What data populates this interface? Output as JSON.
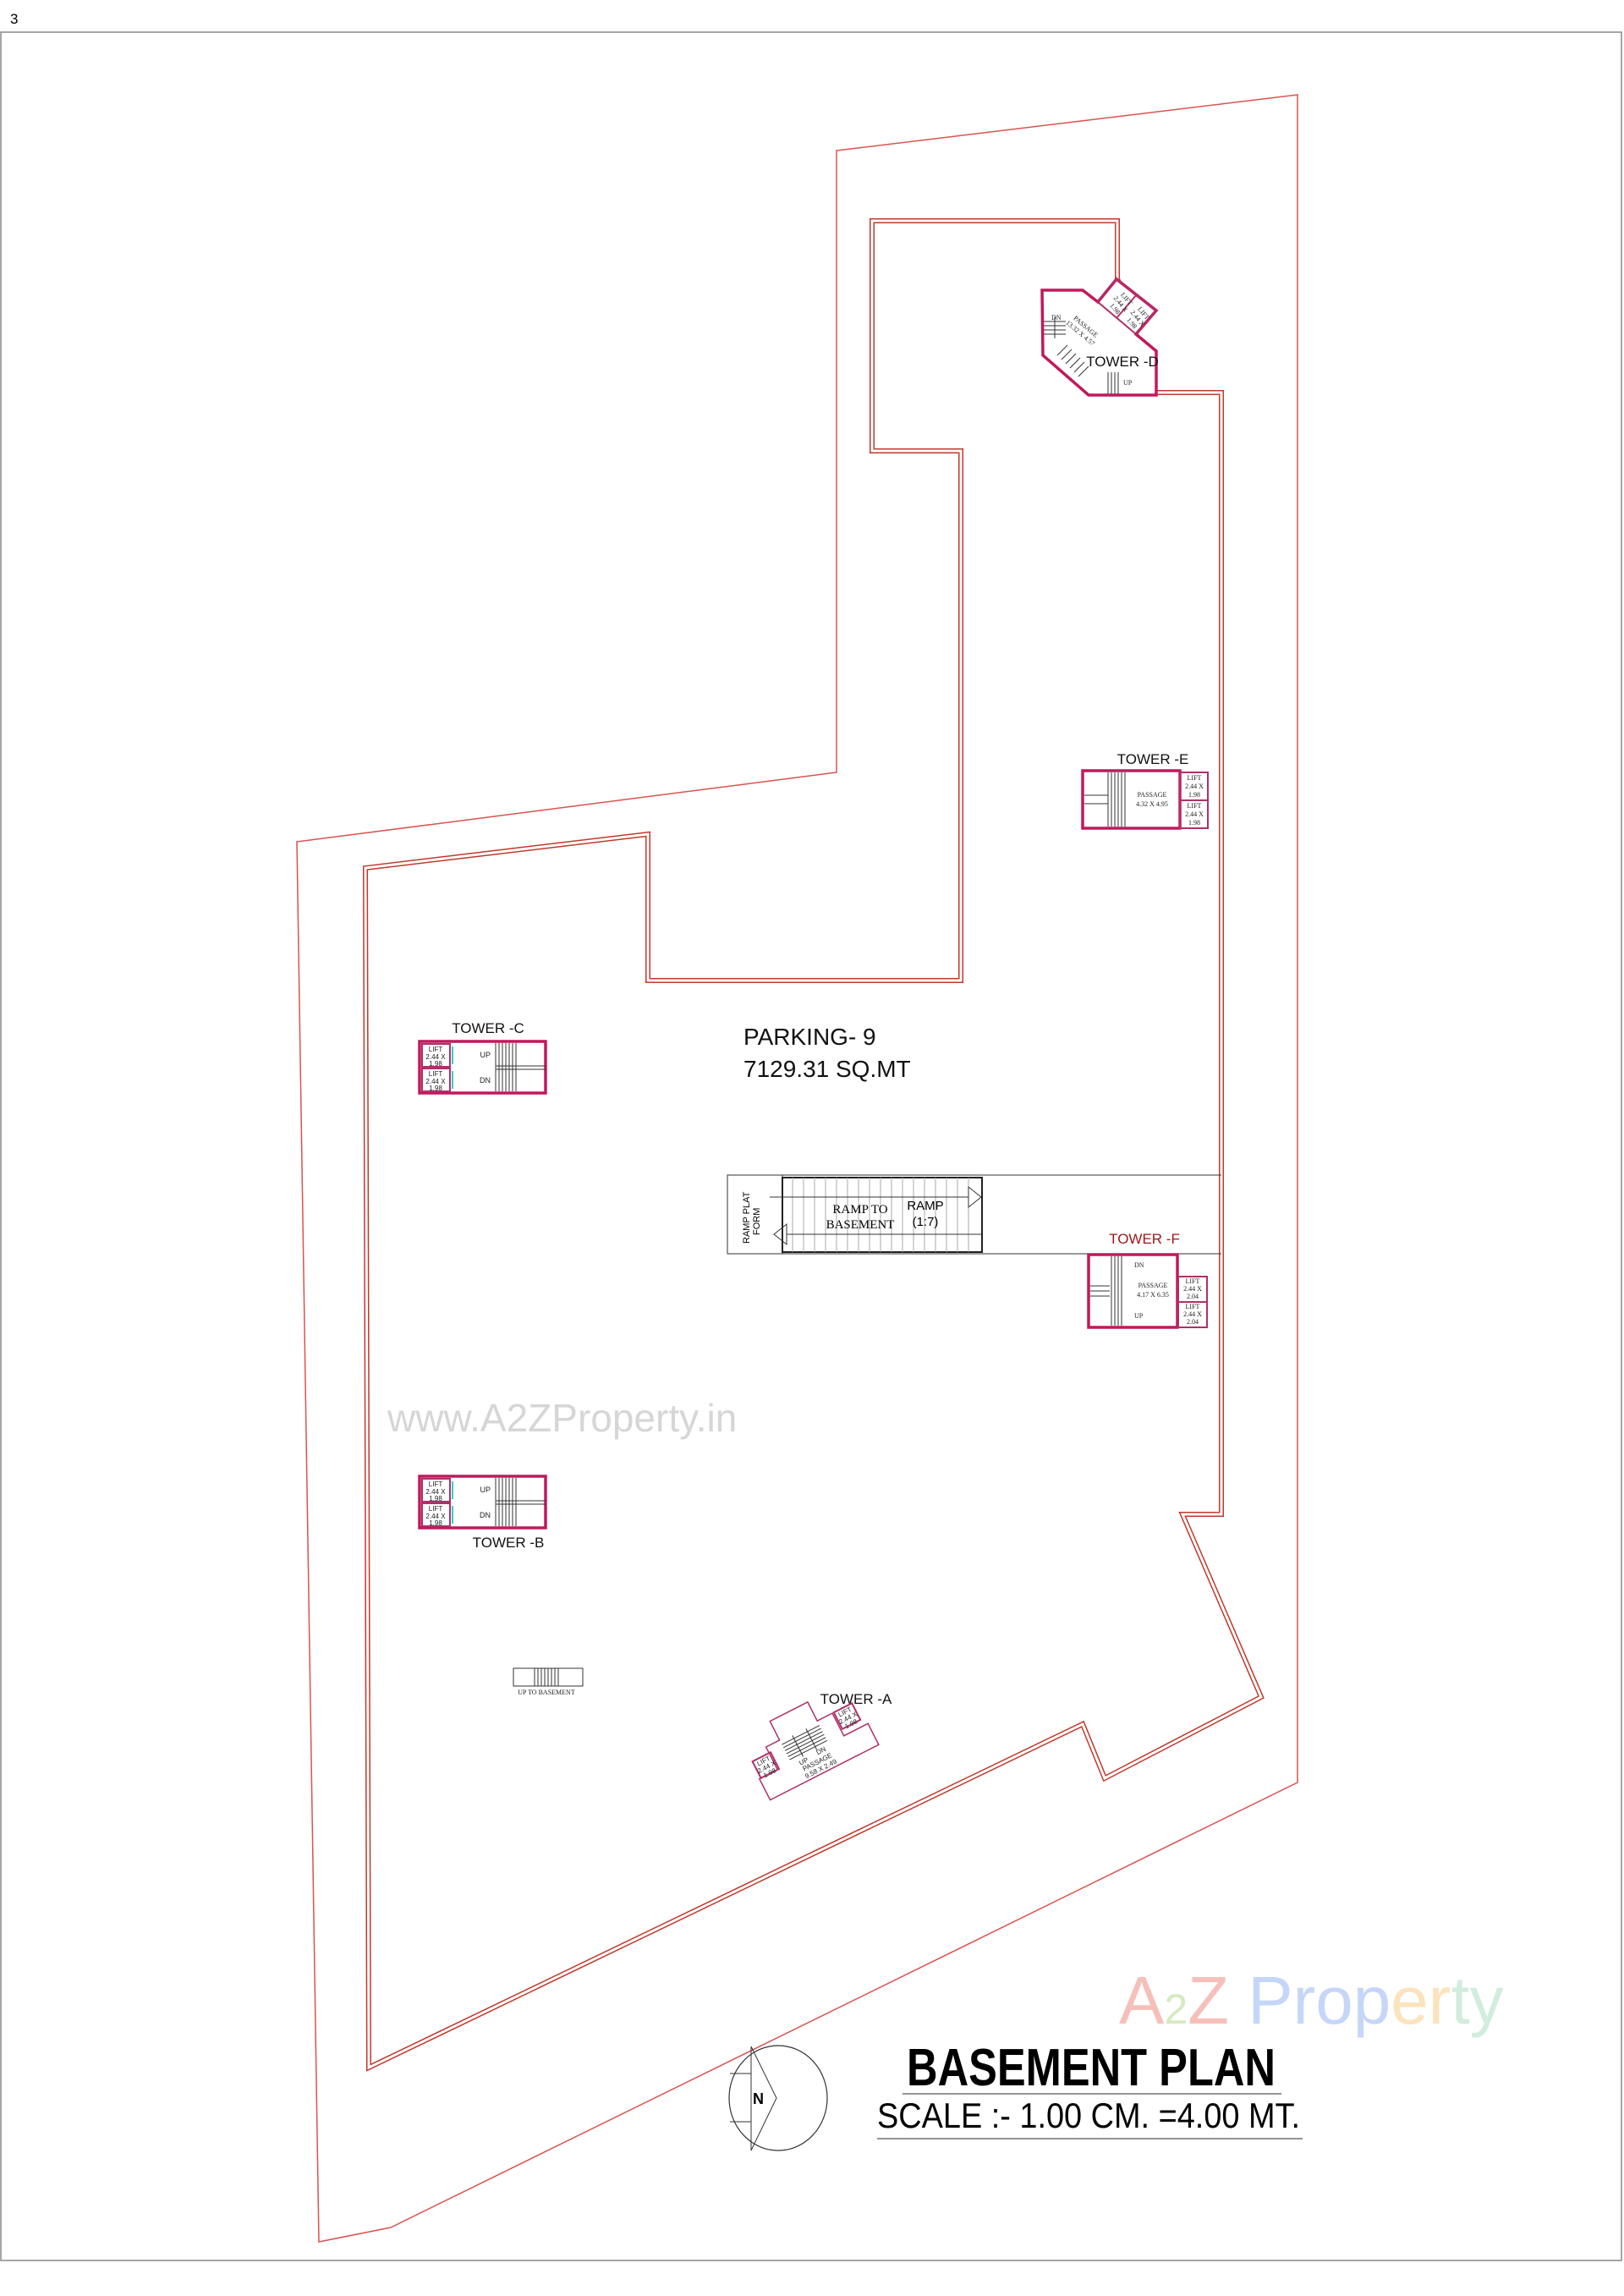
{
  "page_number": "3",
  "drawing": {
    "title": "BASEMENT PLAN",
    "scale": "SCALE :- 1.00  CM. =4.00 MT.",
    "north_label": "N",
    "area_name": "PARKING- 9",
    "area_size": "7129.31 SQ.MT",
    "watermark_url": "www.A2ZProperty.in",
    "logo_text": "A2Z Property",
    "colors": {
      "boundary": "#d9534f",
      "wall": "#c2185b",
      "tower_f_label": "#a01818"
    }
  },
  "ramp": {
    "platform_label_1": "RAMP PLAT",
    "platform_label_2": "FORM",
    "ramp_to_1": "RAMP TO",
    "ramp_to_2": "BASEMENT",
    "ramp_1": "RAMP",
    "ramp_2": "(1:7)",
    "up_to_basement": "UP TO BASEMENT"
  },
  "lift": {
    "label": "LIFT",
    "dim_a": "2.44 X",
    "dim_b_198": "1.98",
    "dim_b_204": "2.04"
  },
  "stairs": {
    "up": "UP",
    "dn": "DN"
  },
  "passage_label": "PASSAGE",
  "towers": {
    "a": {
      "name": "TOWER -A",
      "passage": "9.58 X 2.49"
    },
    "b": {
      "name": "TOWER -B"
    },
    "c": {
      "name": "TOWER -C"
    },
    "d": {
      "name": "TOWER -D",
      "passage": "13.32 X 4.57"
    },
    "e": {
      "name": "TOWER -E",
      "passage": "4.32 X 4.95"
    },
    "f": {
      "name": "TOWER -F",
      "passage": "4.17 X 6.35"
    }
  }
}
